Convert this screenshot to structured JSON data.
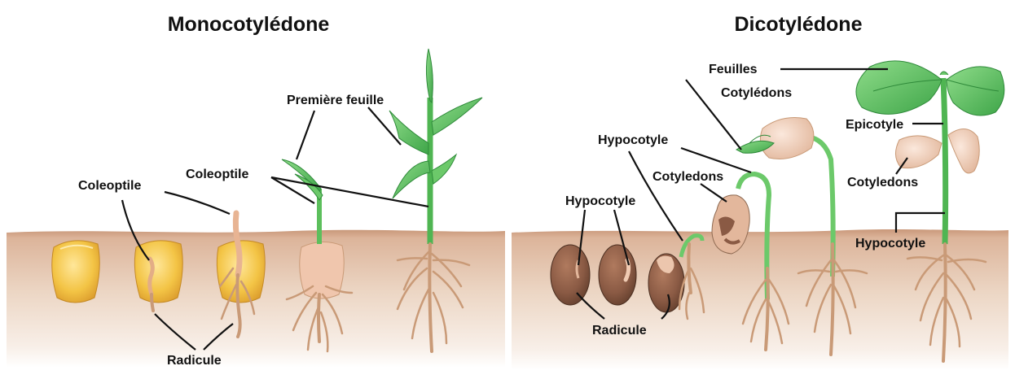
{
  "titles": {
    "mono": "Monocotylédone",
    "dico": "Dicotylédone"
  },
  "mono_labels": {
    "coleoptile_1": "Coleoptile",
    "coleoptile_2": "Coleoptile",
    "premiere_feuille": "Première feuille",
    "radicule": "Radicule"
  },
  "dico_labels": {
    "feuilles": "Feuilles",
    "cotyledons_top": "Cotylédons",
    "hypocotyle_top": "Hypocotyle",
    "cotyledons_mid": "Cotyledons",
    "hypocotyle_left": "Hypocotyle",
    "radicule": "Radicule",
    "epicotyle": "Epicotyle",
    "cotyledons_right": "Cotyledons",
    "hypocotyle_right": "Hypocotyle"
  },
  "colors": {
    "soil_top": "#d6a98a",
    "soil_mid": "#ead3c0",
    "soil_bottom": "#ffffff",
    "maize_kernel": "#f1c04a",
    "leaf_green": "#5cbf5c",
    "bean_seed": "#8a5a44",
    "cotyledon": "#f0d3c0",
    "root": "#c99a77"
  }
}
